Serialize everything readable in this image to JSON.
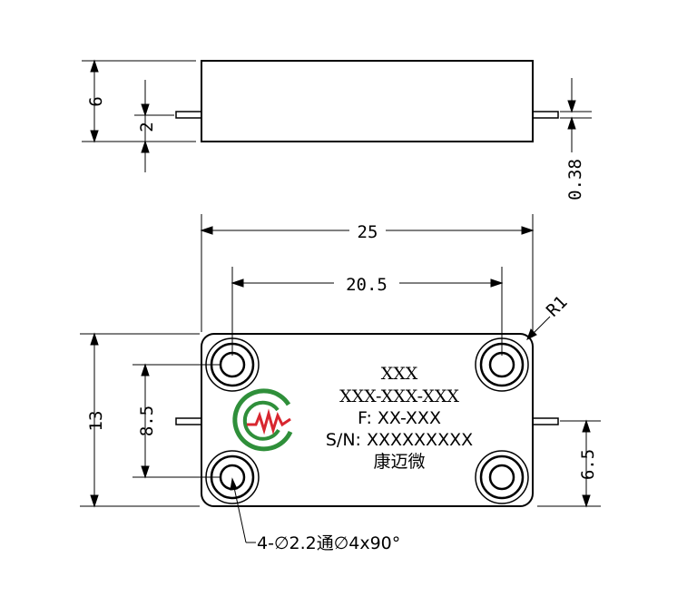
{
  "dimensions": {
    "height_side": "6",
    "pin_height": "2",
    "pin_thickness": "0.38",
    "width_overall": "25",
    "hole_spacing_x": "20.5",
    "corner_radius": "R1",
    "height_top": "13",
    "hole_spacing_y": "8.5",
    "pin_offset": "6.5"
  },
  "label": {
    "line1": "XXX",
    "line2": "XXX-XXX-XXX",
    "line3": "F: XX-XXX",
    "line4": "S/N: XXXXXXXXX",
    "line5": "康迈微"
  },
  "hole_callout": "4-∅2.2通∅4x90°",
  "logo": {
    "primary": "#2f8f3a",
    "accent": "#d8262f"
  }
}
